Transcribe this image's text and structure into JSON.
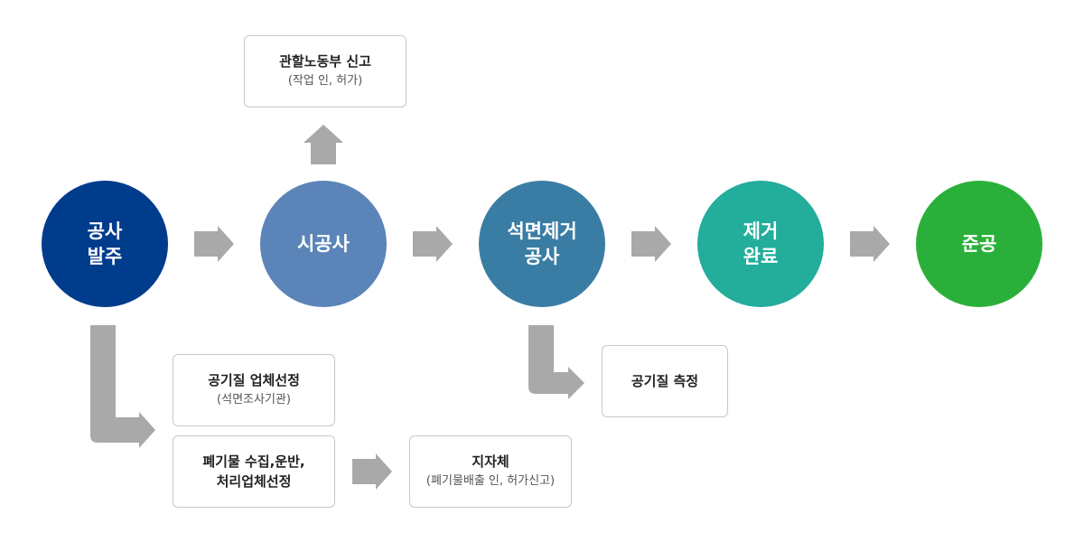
{
  "steps": [
    {
      "line1": "공사",
      "line2": "발주",
      "color": "#003c8c"
    },
    {
      "line1": "시공사",
      "line2": "",
      "color": "#5b84b8"
    },
    {
      "line1": "석면제거",
      "line2": "공사",
      "color": "#3a7da4"
    },
    {
      "line1": "제거",
      "line2": "완료",
      "color": "#23ad9b"
    },
    {
      "line1": "준공",
      "line2": "",
      "color": "#2ab03a"
    }
  ],
  "boxes": {
    "labor_office": {
      "title": "관할노동부 신고",
      "sub": "(작업 인, 허가)"
    },
    "air_quality_vendor": {
      "title": "공기질 업체선정",
      "sub": "(석면조사기관)"
    },
    "waste_vendor": {
      "line1": "폐기물 수집,운반,",
      "line2": "처리업체선정"
    },
    "local_gov": {
      "title": "지자체",
      "sub": "(폐기물배출 인, 허가신고)"
    },
    "air_measure": {
      "title": "공기질 측정"
    }
  },
  "colors": {
    "arrow": "#a9a9a9",
    "box_border": "#c8c8c8"
  }
}
